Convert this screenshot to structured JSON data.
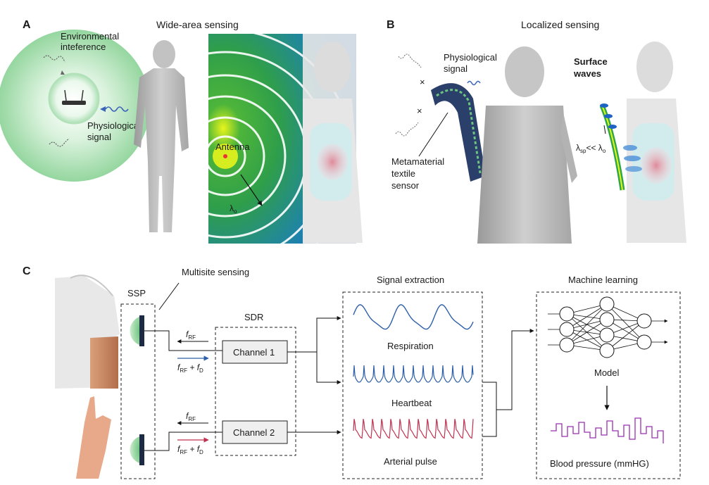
{
  "panel_a": {
    "letter": "A",
    "title": "Wide-area sensing",
    "environmental_line1": "Environmental",
    "environmental_line2": "inteference",
    "physio_line1": "Physiological",
    "physio_line2": "signal",
    "antenna": "Antenna",
    "lambda": "λ",
    "lambda_sub": "o"
  },
  "panel_b": {
    "letter": "B",
    "title": "Localized sensing",
    "physio_line1": "Physiological",
    "physio_line2": "signal",
    "surface_line1": "Surface",
    "surface_line2": "waves",
    "meta_line1": "Metamaterial",
    "meta_line2": "textile",
    "meta_line3": "sensor",
    "lambda_eq": "λ",
    "lambda_eq_sub": "sp",
    "lambda_eq_rest": "<< λ",
    "lambda_eq_sub2": "o"
  },
  "panel_c": {
    "letter": "C",
    "multisite": "Multisite sensing",
    "ssp": "SSP",
    "sdr": "SDR",
    "channel1": "Channel 1",
    "channel2": "Channel 2",
    "f_rf": "f",
    "f_rf_sub": "RF",
    "f_rf_fd": "f",
    "f_rf_fd_sub": "RF",
    "f_plus": " + f",
    "f_d_sub": "D",
    "signal_extraction": "Signal extraction",
    "respiration": "Respiration",
    "heartbeat": "Heartbeat",
    "arterial": "Arterial pulse",
    "machine_learning": "Machine learning",
    "model": "Model",
    "blood_pressure": "Blood pressure (mmHG)"
  },
  "colors": {
    "blue_trace": "#2d5fa8",
    "red_trace": "#c0304f",
    "purple_trace": "#9a2fb0",
    "green_glow": "#8fd49a",
    "sensor_dark": "#1d2a44"
  }
}
